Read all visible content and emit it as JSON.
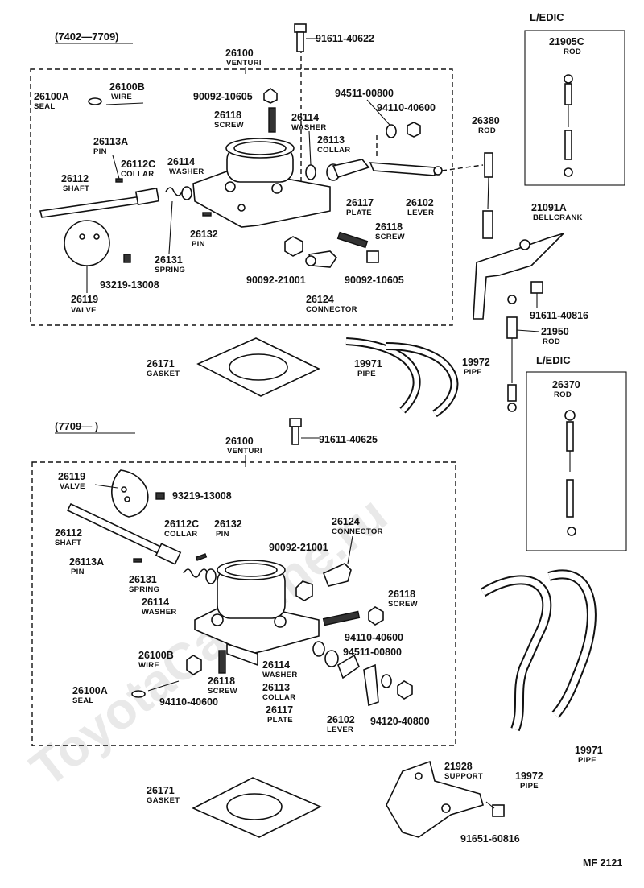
{
  "watermark": "ToyotaCarMine.ru",
  "figure_code": "MF 2121",
  "sections": {
    "top": "(7402—7709)",
    "bottom": "(7709—      )",
    "ledic_top": "L/EDIC",
    "ledic_bottom": "L/EDIC"
  },
  "callouts": {
    "t_91611_40622": "91611-40622",
    "t_26100": "26100",
    "t_venturi": "VENTURI",
    "t_26100A": "26100A",
    "t_seal": "SEAL",
    "t_26100B": "26100B",
    "t_wire": "WIRE",
    "t_90092_10605a": "90092-10605",
    "t_26118a": "26118",
    "t_screw_a": "SCREW",
    "t_26114a": "26114",
    "t_washer_a": "WASHER",
    "t_94511_00800": "94511-00800",
    "t_94110_40600": "94110-40600",
    "t_26113": "26113",
    "t_collar_a": "COLLAR",
    "t_26113A": "26113A",
    "t_pin_a": "PIN",
    "t_26112C": "26112C",
    "t_collar_b": "COLLAR",
    "t_26114b": "26114",
    "t_washer_b": "WASHER",
    "t_26112": "26112",
    "t_shaft": "SHAFT",
    "t_26117": "26117",
    "t_plate": "PLATE",
    "t_26102": "26102",
    "t_lever": "LEVER",
    "t_26132": "26132",
    "t_pin_b": "PIN",
    "t_26118b": "26118",
    "t_screw_b": "SCREW",
    "t_26131": "26131",
    "t_spring": "SPRING",
    "t_93219": "93219-13008",
    "t_26119": "26119",
    "t_valve": "VALVE",
    "t_90092_21001": "90092-21001",
    "t_90092_10605b": "90092-10605",
    "t_26124": "26124",
    "t_connector": "CONNECTOR",
    "t_26171": "26171",
    "t_gasket": "GASKET",
    "t_19971": "19971",
    "t_pipe_a": "PIPE",
    "t_19972": "19972",
    "t_pipe_b": "PIPE",
    "t_21905C": "21905C",
    "t_rod_a": "ROD",
    "t_26380": "26380",
    "t_rod_b": "ROD",
    "t_21091A": "21091A",
    "t_bellcrank": "BELLCRANK",
    "t_91611_40816": "91611-40816",
    "t_21950": "21950",
    "t_rod_c": "ROD",
    "t_26370": "26370",
    "t_rod_d": "ROD",
    "b_91611_40625": "91611-40625",
    "b_26100": "26100",
    "b_venturi": "VENTURI",
    "b_26119": "26119",
    "b_valve": "VALVE",
    "b_93219": "93219-13008",
    "b_26112": "26112",
    "b_shaft": "SHAFT",
    "b_26112C": "26112C",
    "b_collar_a": "COLLAR",
    "b_26132": "26132",
    "b_pin_a": "PIN",
    "b_26124": "26124",
    "b_connector": "CONNECTOR",
    "b_90092_21001": "90092-21001",
    "b_26113A": "26113A",
    "b_pin_b": "PIN",
    "b_26131": "26131",
    "b_spring": "SPRING",
    "b_26114a": "26114",
    "b_washer_a": "WASHER",
    "b_26118a": "26118",
    "b_screw_a": "SCREW",
    "b_94110_40600a": "94110-40600",
    "b_26100B": "26100B",
    "b_wire": "WIRE",
    "b_26118b": "26118",
    "b_screw_b": "SCREW",
    "b_26114b": "26114",
    "b_washer_b": "WASHER",
    "b_94511_00800": "94511-00800",
    "b_26100A": "26100A",
    "b_seal": "SEAL",
    "b_94110_40600b": "94110-40600",
    "b_26113": "26113",
    "b_collar_b": "COLLAR",
    "b_26117": "26117",
    "b_plate": "PLATE",
    "b_26102": "26102",
    "b_lever": "LEVER",
    "b_94120_40800": "94120-40800",
    "b_21928": "21928",
    "b_support": "SUPPORT",
    "b_19971": "19971",
    "b_pipe_a": "PIPE",
    "b_19972": "19972",
    "b_pipe_b": "PIPE",
    "b_26171": "26171",
    "b_gasket": "GASKET",
    "b_91651_60816": "91651-60816"
  }
}
